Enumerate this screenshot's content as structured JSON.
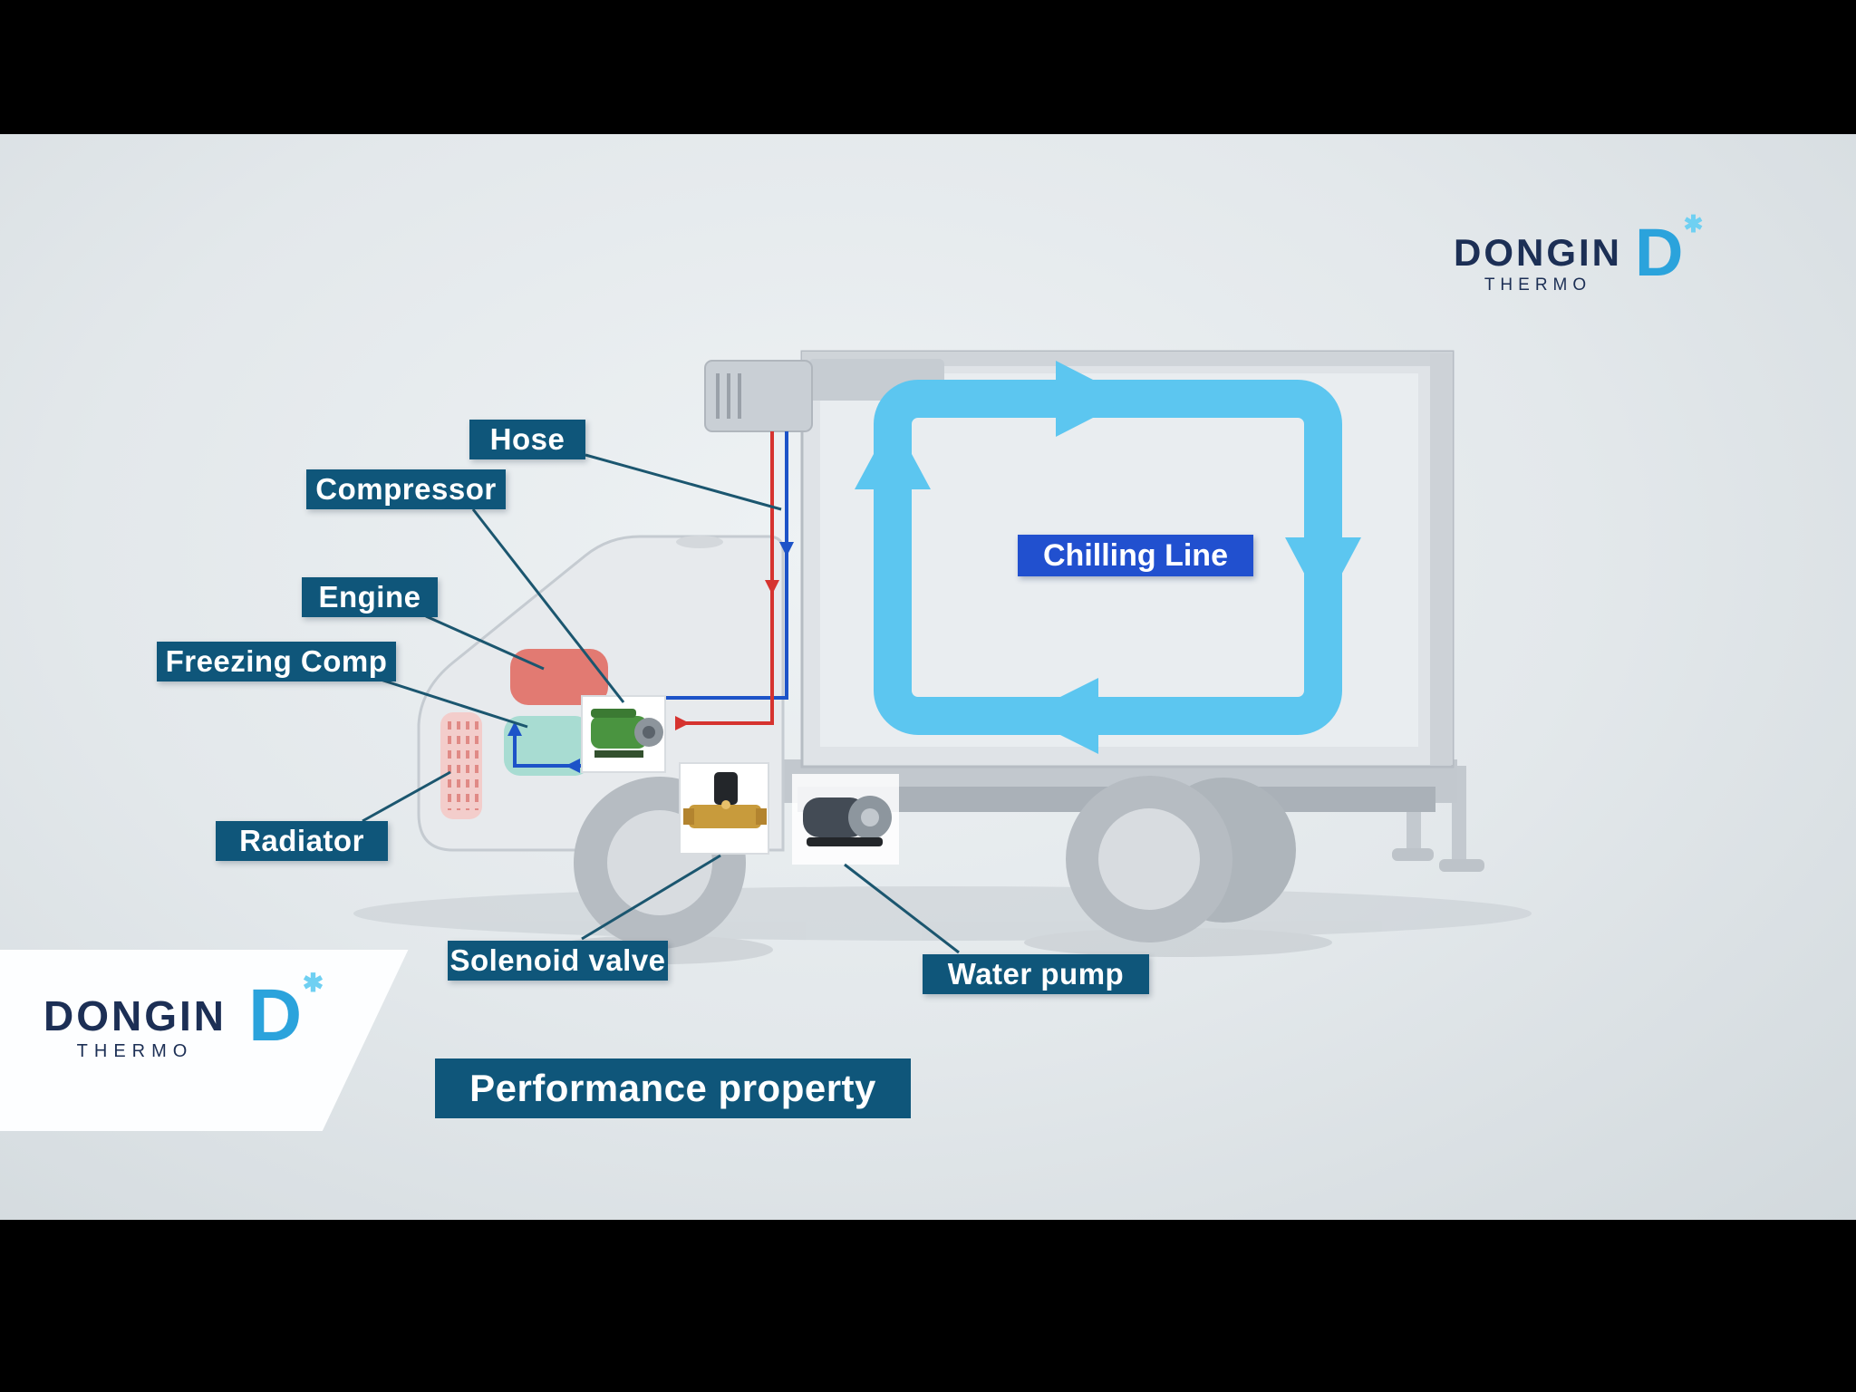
{
  "banner": {
    "label": "Performance property"
  },
  "logo": {
    "name": "DONGIN",
    "sub": "THERMO",
    "mark": "D",
    "star": "✱"
  },
  "labels": {
    "hose": "Hose",
    "compressor": "Compressor",
    "engine": "Engine",
    "freezing_comp": "Freezing Comp",
    "radiator": "Radiator",
    "solenoid_valve": "Solenoid valve",
    "water_pump": "Water pump",
    "chilling_line": "Chilling Line"
  },
  "colors": {
    "tag_bg": "#0f567a",
    "chilling_bg": "#2150cf",
    "banner_bg": "#0f567a",
    "arrow_blue": "#5cc6f0",
    "hose_red": "#d6332f",
    "hose_blue": "#1d53c8",
    "logo_navy": "#1c2f55",
    "logo_blue": "#2ba3dc"
  }
}
